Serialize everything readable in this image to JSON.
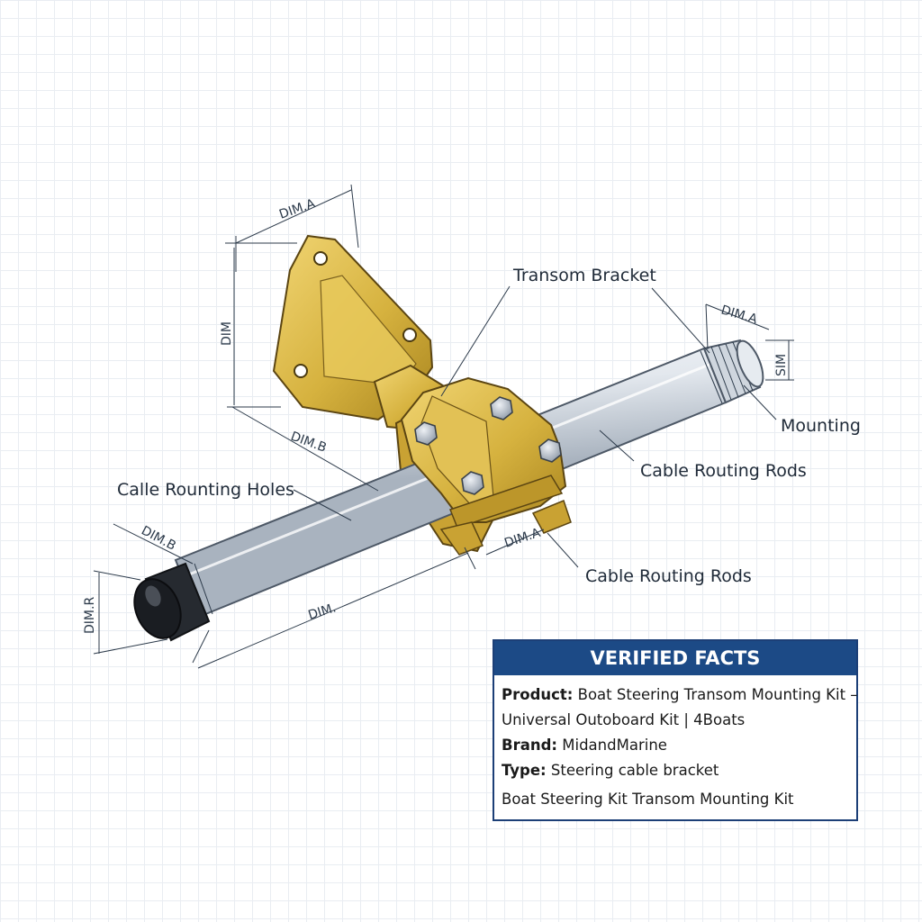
{
  "callouts": {
    "transom_bracket": "Transom Bracket",
    "mounting": "Mounting",
    "cable_routing_rods_upper": "Cable Routing Rods",
    "calle_rounting_holes": "Calle Rounting Holes",
    "cable_routing_rods_lower": "Cable Routing Rods"
  },
  "dimensions": {
    "top_dim_a": "DIM.A",
    "left_dim": "DIM",
    "dim_b_mid": "DIM.B",
    "right_dim_a": "DIM.A",
    "right_sim": "SIM",
    "dim_a_lower": "DIM.A",
    "dim_b_left": "DIM.B",
    "dim_end": "DIM.R",
    "dim_bottom": "DIM."
  },
  "facts": {
    "header": "VERIFIED FACTS",
    "product_label": "Product:",
    "product_value": "Boat Steering Transom Mounting Kit –",
    "product_value_2": "Universal Outoboard Kit | 4Boats",
    "brand_label": "Brand:",
    "brand_value": "MidandMarine",
    "type_label": "Type:",
    "type_value": "Steering cable bracket",
    "summary": "Boat Steering Kit Transom Mounting Kit"
  },
  "colors": {
    "brass": "#d6b23f",
    "rod": "#e3e8ee",
    "header_bg": "#1c4a86"
  }
}
